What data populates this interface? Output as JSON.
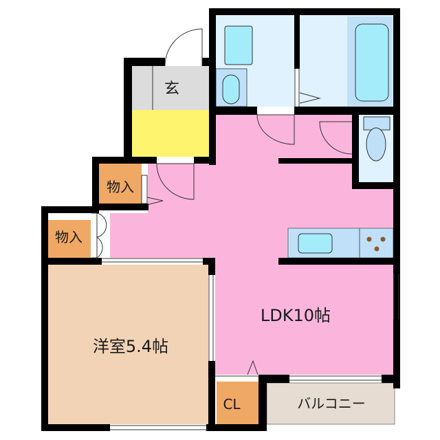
{
  "rooms": {
    "genkan": "玄",
    "storage1": "物入",
    "storage2": "物入",
    "western_room": "洋室5.4帖",
    "ldk": "LDK10帖",
    "closet": "CL",
    "balcony": "バルコニー"
  },
  "colors": {
    "wall": "#000000",
    "ldk": "#fbb5dd",
    "western_room": "#f3d3b6",
    "storage": "#f0a865",
    "genkan": "#dcdcdc",
    "entry_floor": "#fff46e",
    "wet_area": "#dff2fd",
    "fixture": "#a5ecfb",
    "balcony": "#e6dcd2"
  }
}
